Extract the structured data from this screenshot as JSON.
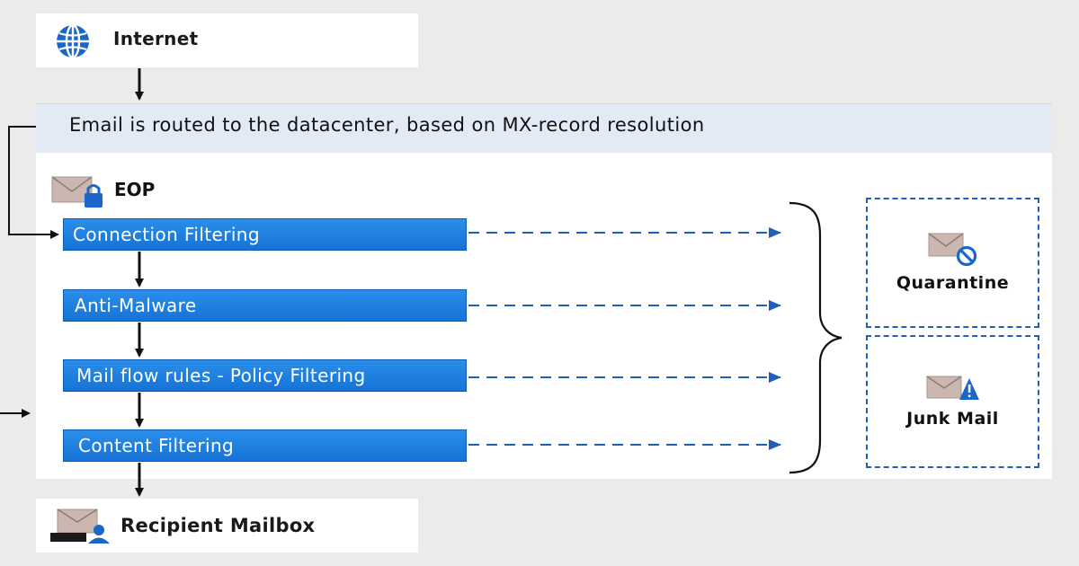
{
  "internet": {
    "label": "Internet",
    "icon": "globe-icon"
  },
  "routing": {
    "text": "Email is routed to the datacenter, based on MX-record resolution"
  },
  "eop": {
    "label": "EOP",
    "icon": "mail-lock-icon",
    "filters": [
      {
        "label": "Connection Filtering"
      },
      {
        "label": "Anti-Malware"
      },
      {
        "label": "Mail flow rules - Policy Filtering"
      },
      {
        "label": "Content Filtering"
      }
    ]
  },
  "destinations": {
    "quarantine": {
      "label": "Quarantine",
      "icon": "mail-blocked-icon"
    },
    "junk": {
      "label": "Junk Mail",
      "icon": "mail-warning-icon"
    }
  },
  "recipient": {
    "label": "Recipient Mailbox",
    "icon": "mailbox-user-icon"
  },
  "colors": {
    "filter_blue": "#1a7ee0",
    "dashed_blue": "#1f5fb8",
    "banner": "#e2ebf5",
    "background": "#ebebeb"
  }
}
